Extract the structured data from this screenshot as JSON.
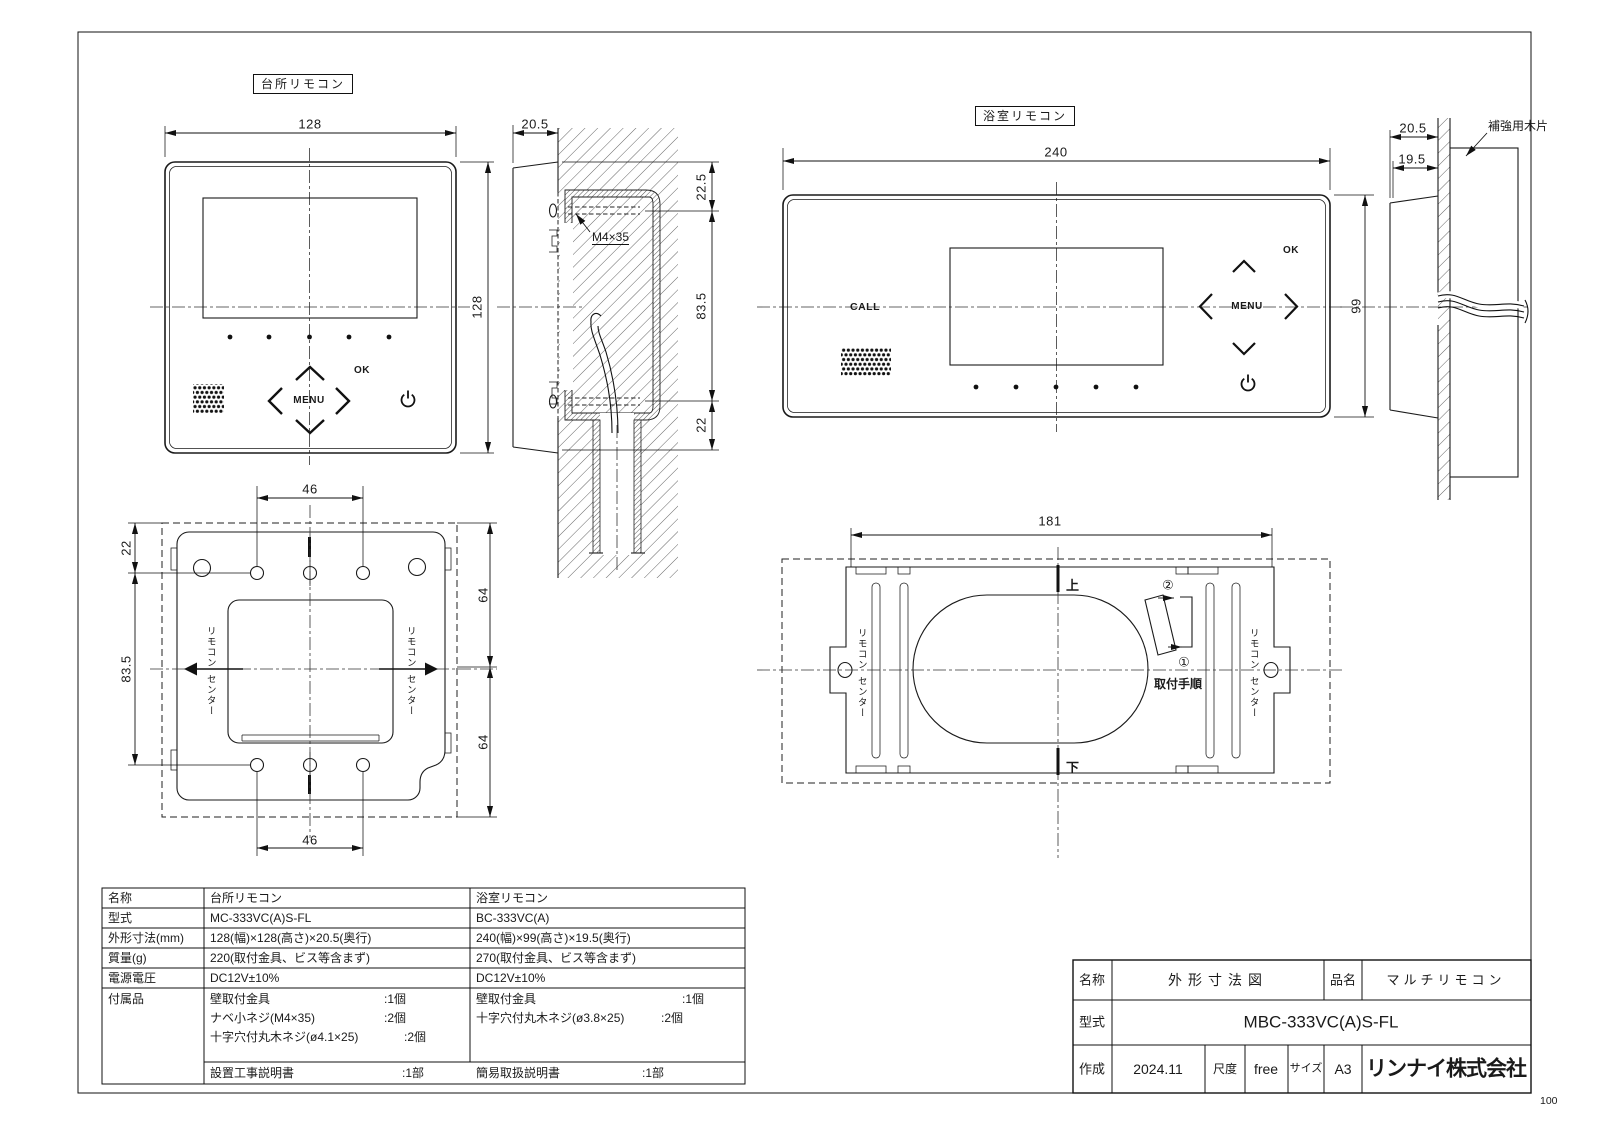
{
  "drawing": {
    "kitchen_remote": {
      "title": "台所リモコン",
      "controls": {
        "menu": "MENU",
        "ok": "OK"
      },
      "front": {
        "dim_width": "128",
        "dim_height": "128"
      },
      "side": {
        "dim_depth": "20.5",
        "dim_top": "22.5",
        "dim_mid": "83.5",
        "dim_bottom": "22",
        "screw_label": "M4×35"
      }
    },
    "bath_remote": {
      "title": "浴室リモコン",
      "controls": {
        "call": "CALL",
        "menu": "MENU",
        "ok": "OK"
      },
      "front": {
        "dim_width": "240",
        "dim_height": "99"
      },
      "side": {
        "dim_depth_outer": "20.5",
        "dim_depth_inner": "19.5",
        "wood_label": "補強用木片"
      }
    },
    "kitchen_plate": {
      "dim_screw_span_top": "46",
      "dim_screw_span_bottom": "46",
      "dim_top": "22",
      "dim_screw_v": "83.5",
      "dim_half_top": "64",
      "dim_half_bottom": "64",
      "marker_line1": "リモコン",
      "marker_line2": "センター"
    },
    "bath_plate": {
      "dim_width": "181",
      "label_up": "上",
      "label_down": "下",
      "procedure_label": "取付手順",
      "step_1": "①",
      "step_2": "②",
      "marker_line1": "リモコン",
      "marker_line2": "センター"
    }
  },
  "spec_table": {
    "rows": [
      {
        "label": "名称",
        "kitchen": "台所リモコン",
        "bath": "浴室リモコン"
      },
      {
        "label": "型式",
        "kitchen": "MC-333VC(A)S-FL",
        "bath": "BC-333VC(A)"
      },
      {
        "label": "外形寸法(mm)",
        "kitchen": "128(幅)×128(高さ)×20.5(奥行)",
        "bath": "240(幅)×99(高さ)×19.5(奥行)"
      },
      {
        "label": "質量(g)",
        "kitchen": "220(取付金具、ビス等含まず)",
        "bath": "270(取付金具、ビス等含まず)"
      },
      {
        "label": "電源電圧",
        "kitchen": "DC12V±10%",
        "bath": "DC12V±10%"
      }
    ],
    "accessories": {
      "label": "付属品",
      "kitchen": [
        {
          "name": "壁取付金具",
          "qty": ":1個"
        },
        {
          "name": "ナベ小ネジ(M4×35)",
          "qty": ":2個"
        },
        {
          "name": "十字穴付丸木ネジ(ø4.1×25)",
          "qty": ":2個"
        }
      ],
      "bath": [
        {
          "name": "壁取付金具",
          "qty": ":1個"
        },
        {
          "name": "十字穴付丸木ネジ(ø3.8×25)",
          "qty": ":2個"
        }
      ],
      "kitchen_doc": {
        "name": "設置工事説明書",
        "qty": ":1部"
      },
      "bath_doc": {
        "name": "簡易取扱説明書",
        "qty": ":1部"
      }
    }
  },
  "title_block": {
    "name_label": "名称",
    "name_value": "外形寸法図",
    "product_label": "品名",
    "product_value": "マルチリモコン",
    "model_label": "型式",
    "model_value": "MBC-333VC(A)S-FL",
    "date_label": "作成",
    "date_value": "2024.11",
    "scale_label": "尺度",
    "scale_value": "free",
    "size_label": "サイズ",
    "size_value": "A3",
    "company": "リンナイ株式会社"
  },
  "page": {
    "sheet_note": "100"
  }
}
